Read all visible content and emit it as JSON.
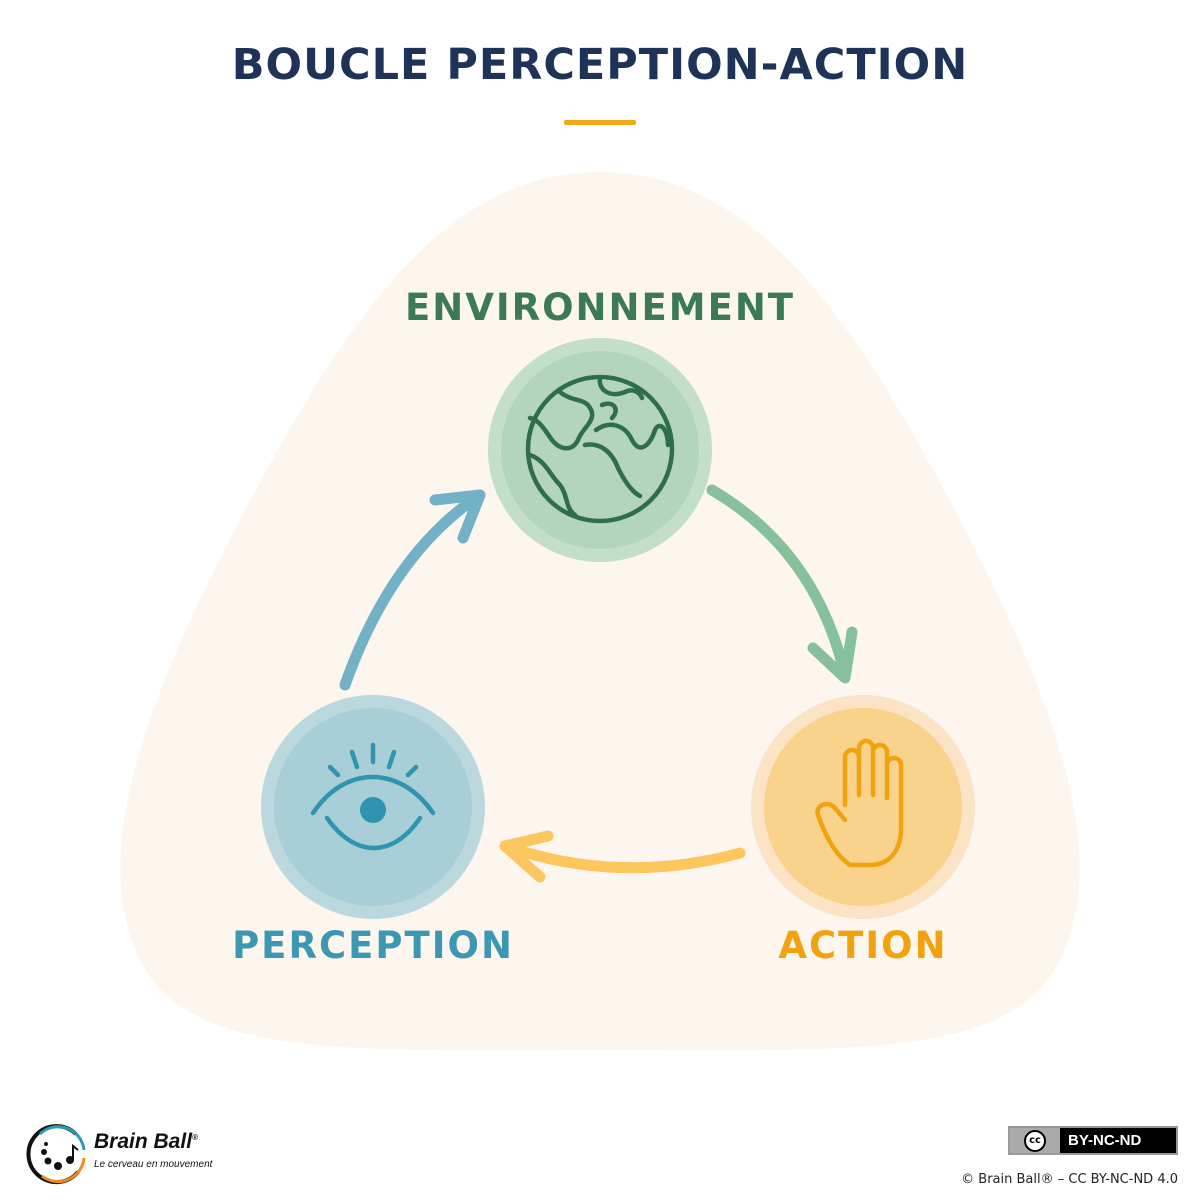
{
  "title": "BOUCLE PERCEPTION-ACTION",
  "nodes": {
    "environment": {
      "label": "ENVIRONNEMENT",
      "icon": "globe-icon",
      "color": "#3c7a55"
    },
    "action": {
      "label": "ACTION",
      "icon": "hand-icon",
      "color": "#f2a20e"
    },
    "perception": {
      "label": "PERCEPTION",
      "icon": "eye-icon",
      "color": "#3c97b2"
    }
  },
  "footer": {
    "logo_name": "Brain Ball",
    "logo_reg": "®",
    "logo_tagline": "Le cerveau en mouvement",
    "license_badge_icon": "cc",
    "license_badge": "BY-NC-ND",
    "copyright": "© Brain Ball® – CC BY-NC-ND 4.0"
  }
}
